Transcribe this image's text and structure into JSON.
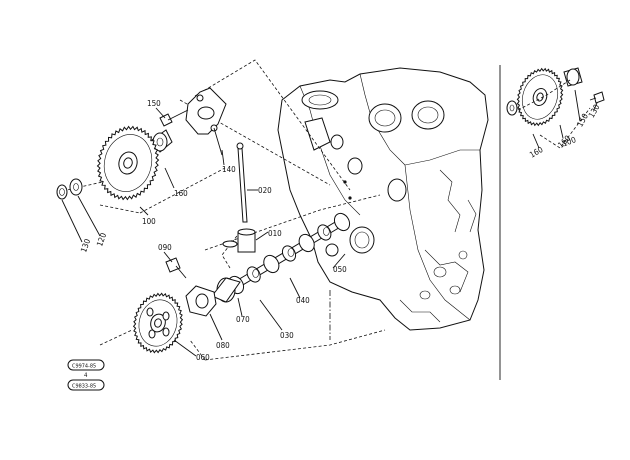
{
  "labels": {
    "l150": "150",
    "l160": "160",
    "l140": "140",
    "l020": "020",
    "l100": "100",
    "l120": "120",
    "l130": "130",
    "l010": "010",
    "l050": "050",
    "l040": "040",
    "l090": "090",
    "l070": "070",
    "l030": "030",
    "l080": "080",
    "l060": "060",
    "inset_130": "130",
    "inset_150": "150",
    "inset_160": "160",
    "inset_100": "100",
    "inset_160b": "160",
    "badge_top": "C9974-85",
    "badge_mid": "4",
    "badge_bot": "C9833-85"
  }
}
